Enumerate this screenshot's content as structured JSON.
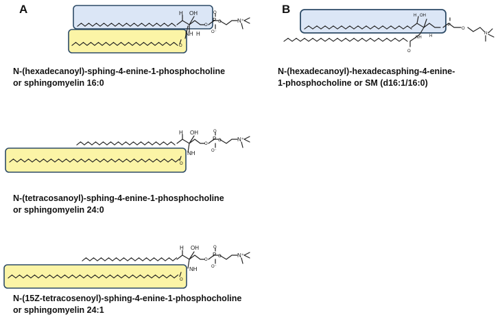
{
  "panels": {
    "a": {
      "label": "A",
      "items": [
        {
          "caption_line1": "N-(hexadecanoyl)-sphing-4-enine-1-phosphocholine",
          "caption_line2": "or sphingomyelin 16:0"
        },
        {
          "caption_line1": "N-(tetracosanoyl)-sphing-4-enine-1-phosphocholine",
          "caption_line2": "or sphingomyelin 24:0"
        },
        {
          "caption_line1": "N-(15Z-tetracosenoyl)-sphing-4-enine-1-phosphocholine",
          "caption_line2": "or sphingomyelin 24:1"
        }
      ]
    },
    "b": {
      "label": "B",
      "items": [
        {
          "caption_line1": "N-(hexadecanoyl)-hexadecasphing-4-enine-",
          "caption_line2": "1-phosphocholine or SM (d16:1/16:0)"
        }
      ]
    }
  },
  "atoms": {
    "h": "H",
    "oh": "OH",
    "nh": "NH",
    "p": "P",
    "o": "O",
    "o_minus": "O⁻",
    "n_plus": "N⁺"
  },
  "colors": {
    "sphingoid_box_fill": "#dbe6f6",
    "acyl_box_fill": "#fbf4a6",
    "box_stroke": "#2c4a66"
  }
}
